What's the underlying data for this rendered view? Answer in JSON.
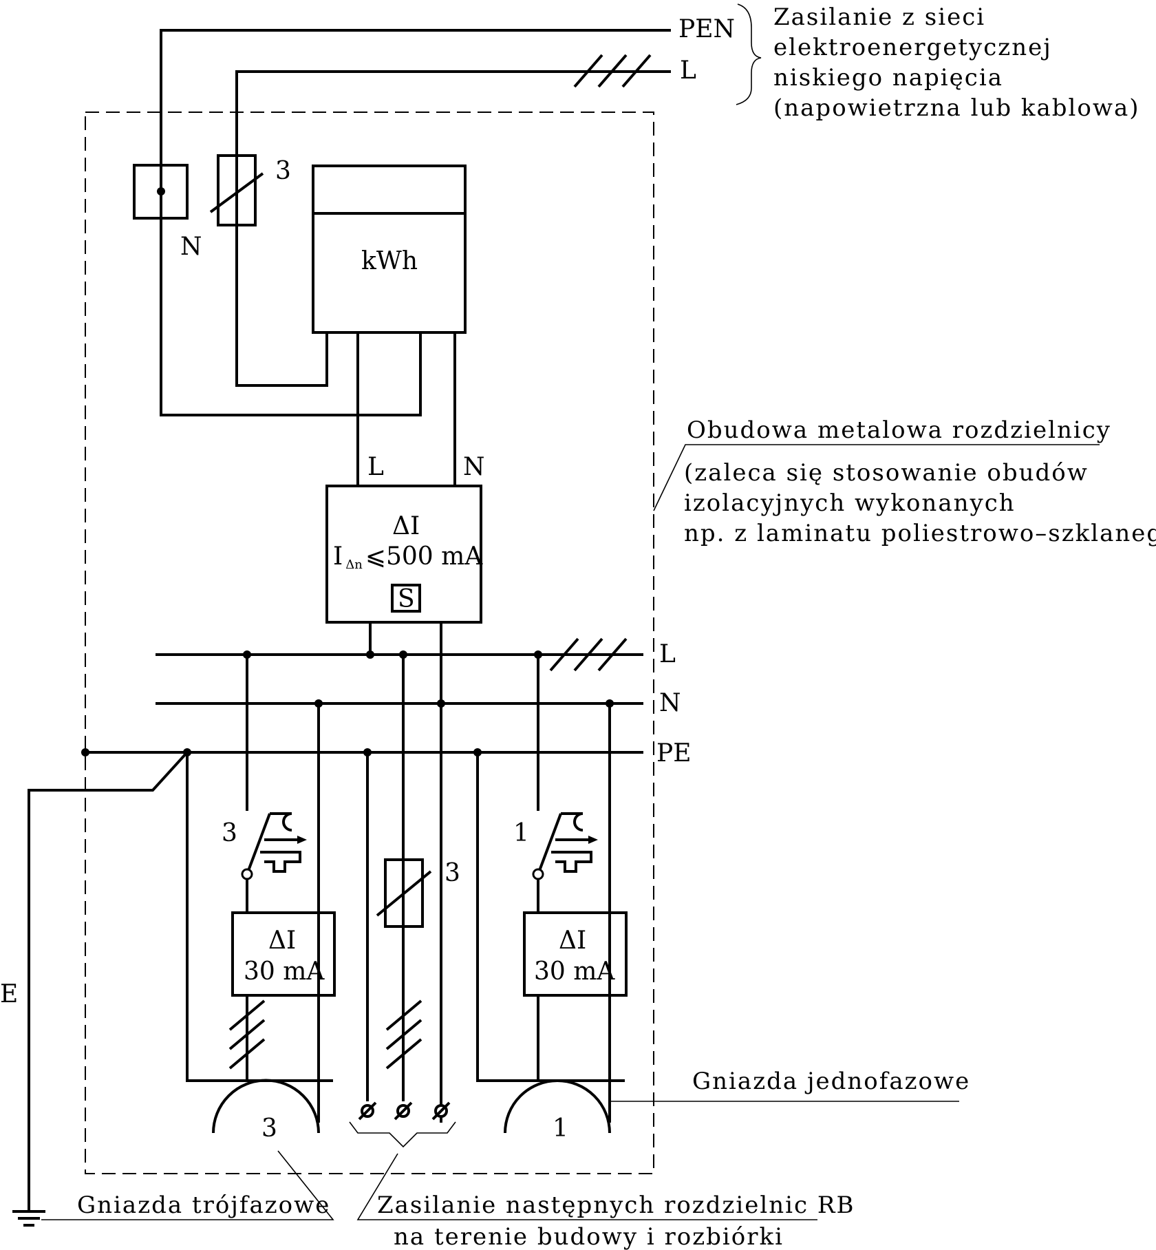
{
  "supply": {
    "pen_label": "PEN",
    "l_label": "L",
    "description": [
      "Zasilanie z sieci",
      "elektroenergetycznej",
      "niskiego napięcia",
      "(napowietrzna lub kablowa)"
    ]
  },
  "top": {
    "n_label": "N",
    "fuse_label": "3",
    "meter_label": "kWh"
  },
  "rcd_main": {
    "l_label": "L",
    "n_label": "N",
    "symbol": "ΔI",
    "rating_prefix": "I",
    "rating_sub": "Δn",
    "rating_value": "⩽500  mA",
    "s_label": "S"
  },
  "enclosure": {
    "title": "Obudowa metalowa rozdzielnicy",
    "note": [
      "(zaleca się stosowanie obudów",
      "izolacyjnych wykonanych",
      "np. z laminatu poliestrowo–szklanego)"
    ]
  },
  "busbars": {
    "l": "L",
    "n": "N",
    "pe": "PE"
  },
  "earth": {
    "label": "E"
  },
  "branches": {
    "three_phase_breaker": "3",
    "three_phase_rcd_symbol": "ΔI",
    "three_phase_rcd_rating": "30  mA",
    "three_phase_socket": "3",
    "feeder_fuse": "3",
    "single_phase_breaker": "1",
    "single_phase_rcd_symbol": "ΔI",
    "single_phase_rcd_rating": "30  mA",
    "single_phase_socket": "1"
  },
  "callouts": {
    "single_phase": "Gniazda jednofazowe",
    "three_phase": "Gniazda trójfazowe",
    "next_boards": [
      "Zasilanie następnych rozdzielnic RB",
      "na terenie budowy i rozbiórki"
    ]
  }
}
